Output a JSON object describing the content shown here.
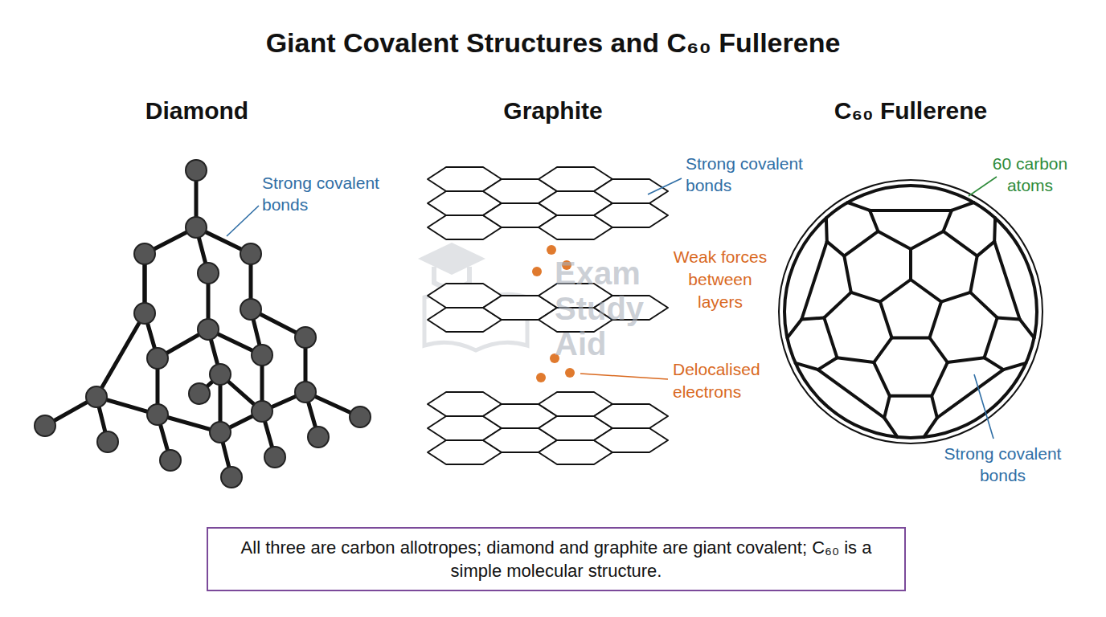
{
  "diagram": {
    "title": "Giant Covalent Structures and C₆₀ Fullerene",
    "nodes": [
      {
        "text": [
          "All three are carbon allotropes; diamond and graphite are giant covalent; C₆₀ is a simple molecular structure."
        ]
      }
    ],
    "labels": [
      "Diamond",
      "Graphite",
      "C₆₀ Fullerene",
      "Strong covalent bonds",
      "Strong covalent bonds",
      "Weak forces between layers",
      "Delocalised electrons",
      "Exam Study Aid",
      "60 carbon atoms",
      "Strong covalent bonds"
    ]
  }
}
